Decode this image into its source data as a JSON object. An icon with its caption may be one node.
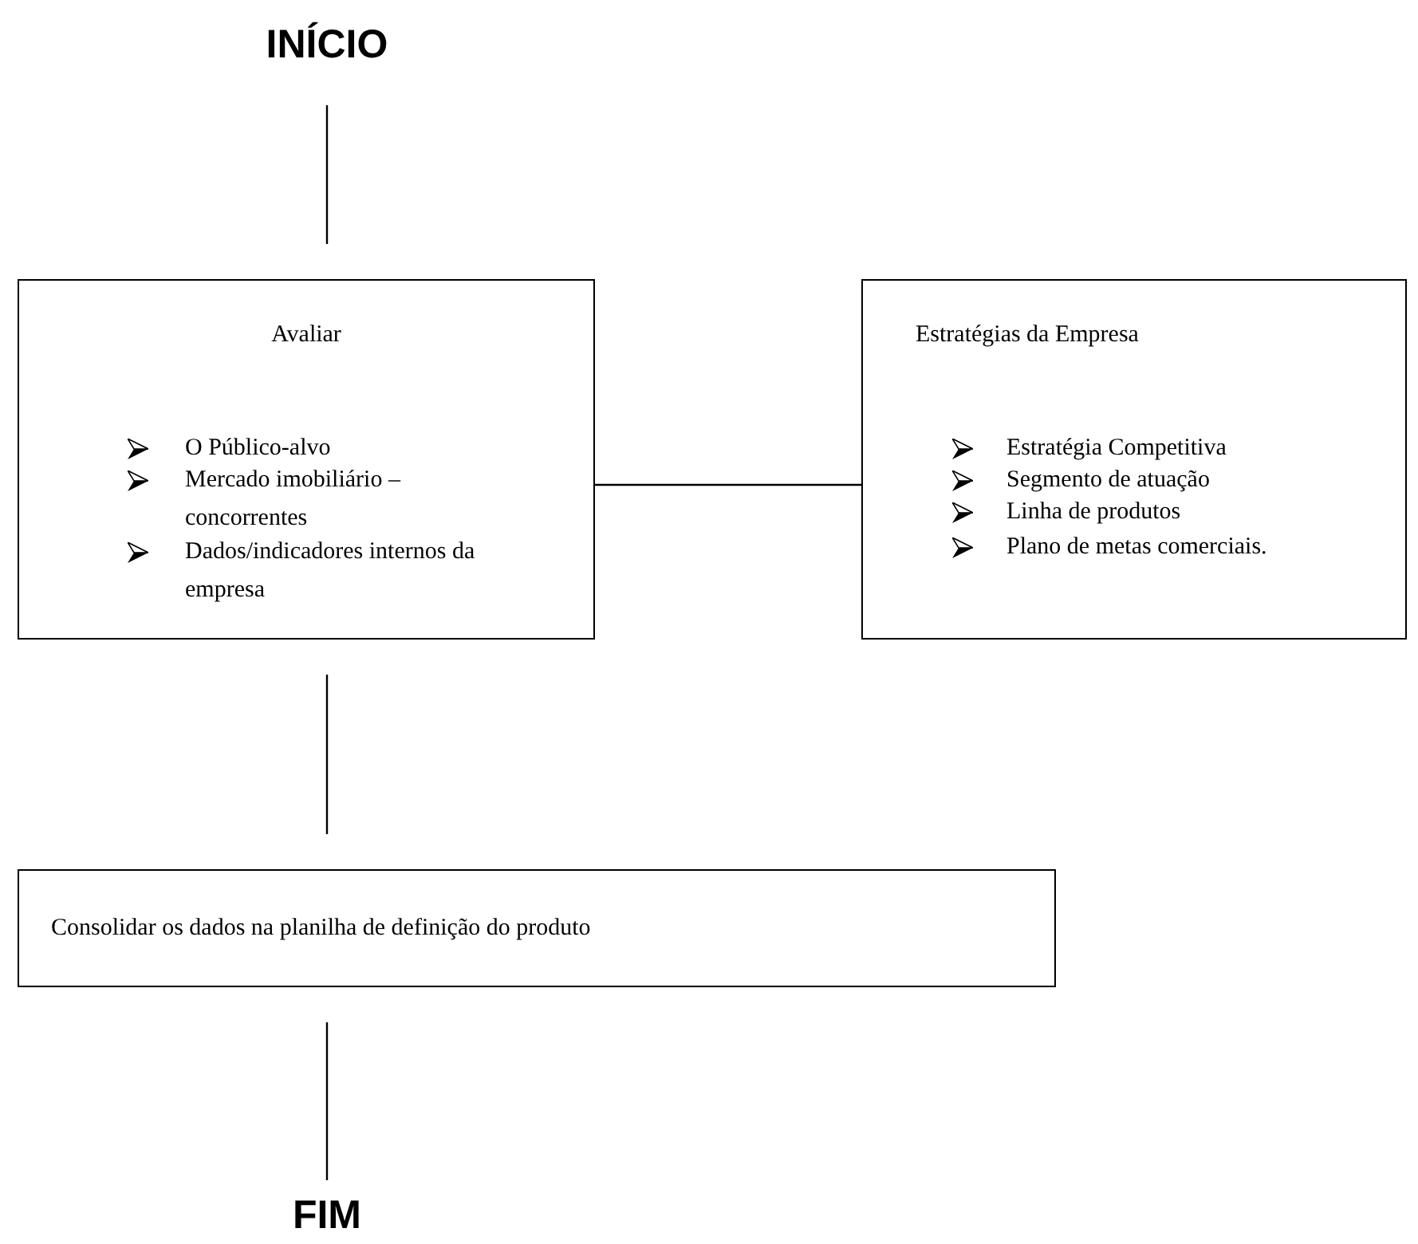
{
  "diagram": {
    "nodes": [
      {
        "text": [
          "INÍCIO"
        ]
      },
      {
        "text": [
          "Avaliar",
          "O Público-alvo",
          "Mercado imobiliário – concorrentes",
          "Dados/indicadores internos da empresa"
        ]
      },
      {
        "text": [
          "Estratégias da Empresa",
          "Estratégia Competitiva",
          "Segmento de atuação",
          "Linha de produtos",
          "Plano de metas comerciais."
        ]
      },
      {
        "text": [
          "Consolidar os dados na planilha de definição do produto"
        ]
      },
      {
        "text": [
          "FIM"
        ]
      }
    ],
    "edges": [
      {
        "from": 0,
        "to": 1,
        "arrow": "none"
      },
      {
        "from": 1,
        "to": 2,
        "arrow": "none"
      },
      {
        "from": 1,
        "to": 3,
        "arrow": "none"
      },
      {
        "from": 3,
        "to": 4,
        "arrow": "none"
      }
    ]
  }
}
